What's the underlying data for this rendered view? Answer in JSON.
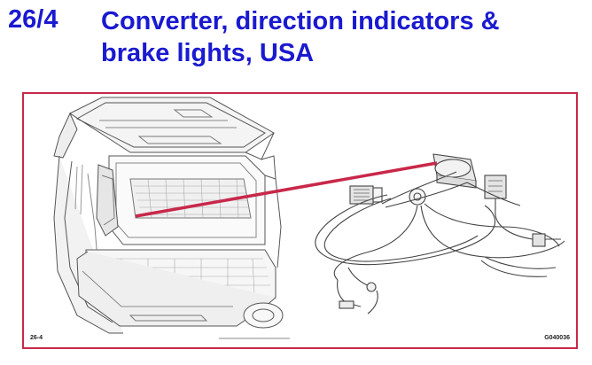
{
  "header": {
    "section_number": "26/4",
    "title_line1": "Converter, direction indicators &",
    "title_line2": "brake lights, USA"
  },
  "figure": {
    "page_ref": "26-4",
    "figure_code": "G040036",
    "frame_color": "#c8284a",
    "callout_color": "#c8284a"
  }
}
